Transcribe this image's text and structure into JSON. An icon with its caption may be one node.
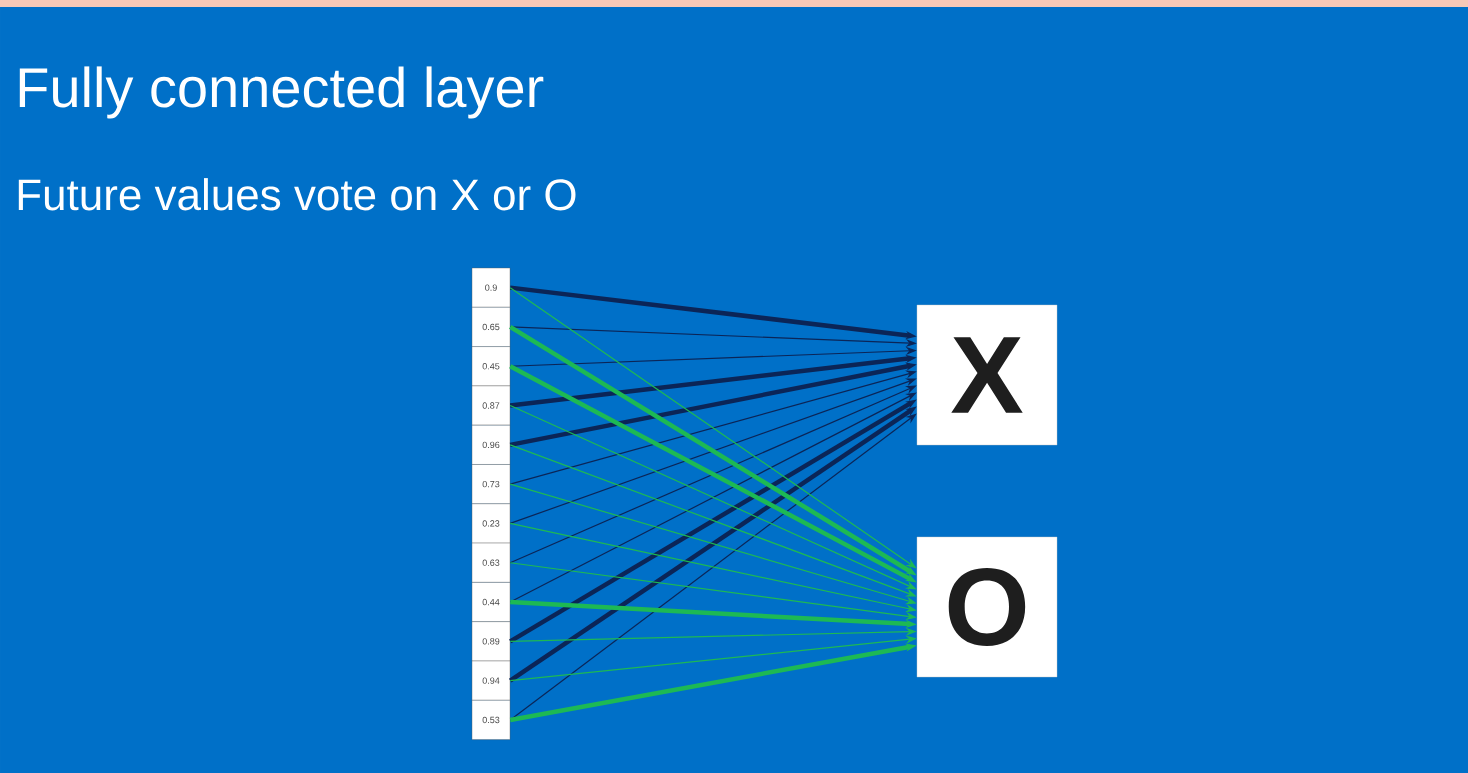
{
  "diagram": {
    "title": "Fully connected layer",
    "nodes": [
      {
        "text": [
          "0.9"
        ]
      },
      {
        "text": [
          "0.65"
        ]
      },
      {
        "text": [
          "0.45"
        ]
      },
      {
        "text": [
          "0.87"
        ]
      },
      {
        "text": [
          "0.96"
        ]
      },
      {
        "text": [
          "0.73"
        ]
      },
      {
        "text": [
          "0.23"
        ]
      },
      {
        "text": [
          "0.63"
        ]
      },
      {
        "text": [
          "0.44"
        ]
      },
      {
        "text": [
          "0.89"
        ]
      },
      {
        "text": [
          "0.94"
        ]
      },
      {
        "text": [
          "0.53"
        ]
      },
      {
        "text": [
          "X"
        ]
      },
      {
        "text": [
          "O"
        ]
      }
    ],
    "edges": [
      {
        "from": 0,
        "to": 12,
        "arrow": "to",
        "style": "thick",
        "color": "#0b2557"
      },
      {
        "from": 1,
        "to": 12,
        "arrow": "to",
        "color": "#0b2557"
      },
      {
        "from": 2,
        "to": 12,
        "arrow": "to",
        "color": "#0b2557"
      },
      {
        "from": 3,
        "to": 12,
        "arrow": "to",
        "style": "thick",
        "color": "#0b2557"
      },
      {
        "from": 4,
        "to": 12,
        "arrow": "to",
        "style": "thick",
        "color": "#0b2557"
      },
      {
        "from": 5,
        "to": 12,
        "arrow": "to",
        "color": "#0b2557"
      },
      {
        "from": 6,
        "to": 12,
        "arrow": "to",
        "color": "#0b2557"
      },
      {
        "from": 7,
        "to": 12,
        "arrow": "to",
        "color": "#0b2557"
      },
      {
        "from": 8,
        "to": 12,
        "arrow": "to",
        "color": "#0b2557"
      },
      {
        "from": 9,
        "to": 12,
        "arrow": "to",
        "style": "thick",
        "color": "#0b2557"
      },
      {
        "from": 10,
        "to": 12,
        "arrow": "to",
        "style": "thick",
        "color": "#0b2557"
      },
      {
        "from": 11,
        "to": 12,
        "arrow": "to",
        "color": "#0b2557"
      },
      {
        "from": 0,
        "to": 13,
        "arrow": "to",
        "color": "#1db954"
      },
      {
        "from": 1,
        "to": 13,
        "arrow": "to",
        "style": "thick",
        "color": "#1db954"
      },
      {
        "from": 2,
        "to": 13,
        "arrow": "to",
        "style": "thick",
        "color": "#1db954"
      },
      {
        "from": 3,
        "to": 13,
        "arrow": "to",
        "color": "#1db954"
      },
      {
        "from": 4,
        "to": 13,
        "arrow": "to",
        "color": "#1db954"
      },
      {
        "from": 5,
        "to": 13,
        "arrow": "to",
        "color": "#1db954"
      },
      {
        "from": 6,
        "to": 13,
        "arrow": "to",
        "color": "#1db954"
      },
      {
        "from": 7,
        "to": 13,
        "arrow": "to",
        "color": "#1db954"
      },
      {
        "from": 8,
        "to": 13,
        "arrow": "to",
        "style": "thick",
        "color": "#1db954"
      },
      {
        "from": 9,
        "to": 13,
        "arrow": "to",
        "color": "#1db954"
      },
      {
        "from": 10,
        "to": 13,
        "arrow": "to",
        "color": "#1db954"
      },
      {
        "from": 11,
        "to": 13,
        "arrow": "to",
        "style": "thick",
        "color": "#1db954"
      }
    ],
    "labels": [
      "Future values vote on X or O"
    ]
  }
}
